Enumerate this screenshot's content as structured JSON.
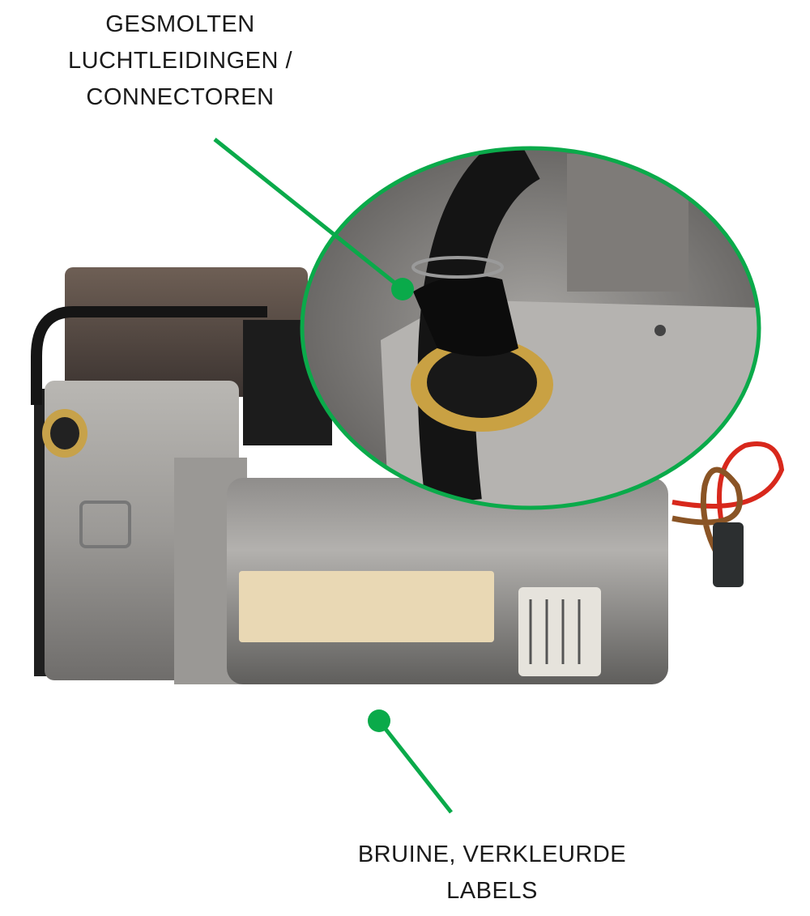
{
  "annotations": [
    {
      "lines": [
        "GESMOLTEN",
        "LUCHTLEIDINGEN /",
        "CONNECTOREN"
      ]
    },
    {
      "lines": [
        "BRUINE, VERKLEURDE",
        "LABELS"
      ]
    }
  ],
  "colors": {
    "accent": "#0aaa4a",
    "text": "#1a1a1a"
  }
}
